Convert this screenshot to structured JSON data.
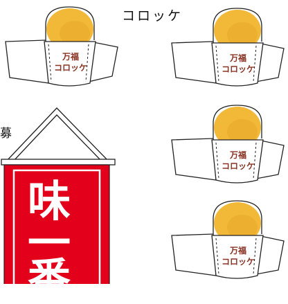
{
  "title": "コロッケ",
  "side_char": "募",
  "colors": {
    "croquette_fill": "#f2b838",
    "croquette_shade": "#dc9a1e",
    "label_text": "#8a3324",
    "banner_red": "#e3001b",
    "outline": "#222222"
  },
  "icons": [
    "croquette-illustration",
    "noren-banner"
  ],
  "croquettes": [
    {
      "line1": "万福",
      "line2": "コロッケ"
    },
    {
      "line1": "万福",
      "line2": "コロッケ"
    },
    {
      "line1": "万福",
      "line2": "コロッケ"
    },
    {
      "line1": "万福",
      "line2": "コロッケ"
    }
  ],
  "banner": {
    "char1": "味",
    "char2": "一",
    "char3": "番"
  }
}
